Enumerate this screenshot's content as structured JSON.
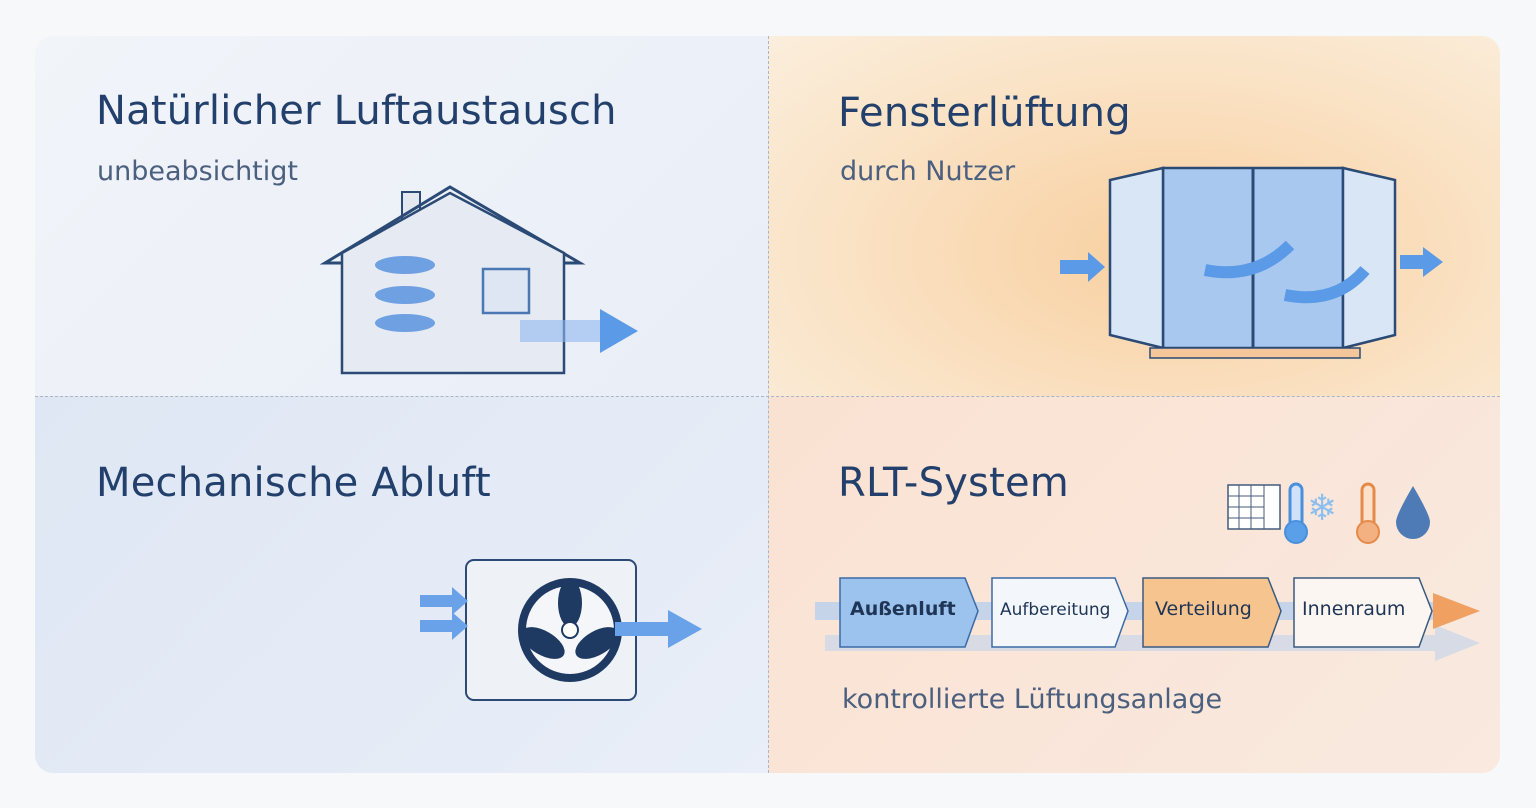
{
  "quadrants": {
    "natural": {
      "title": "Natürlicher Luftaustausch",
      "subtitle": "unbeabsichtigt"
    },
    "window": {
      "title": "Fensterlüftung",
      "subtitle": "durch Nutzer"
    },
    "exhaust": {
      "title": "Mechanische Abluft"
    },
    "rlt": {
      "title": "RLT-System",
      "steps": [
        "Außenluft",
        "Aufbereitung",
        "Verteilung",
        "Innenraum"
      ],
      "caption": "kontrollierte Lüftungsanlage",
      "icons": [
        "filter-icon",
        "thermometer-cold-icon",
        "snowflake-icon",
        "thermometer-warm-icon",
        "water-drop-icon"
      ]
    }
  },
  "colors": {
    "title": "#22406b",
    "blue": "#5b9ae6",
    "orange": "#f0a060"
  }
}
